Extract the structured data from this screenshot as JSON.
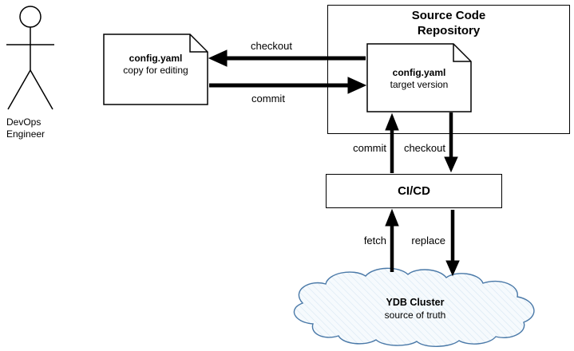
{
  "diagram": {
    "actor": {
      "label": "DevOps\nEngineer"
    },
    "editing_doc": {
      "title": "config.yaml",
      "subtitle": "copy for editing"
    },
    "repository": {
      "title": "Source Code Repository"
    },
    "target_doc": {
      "title": "config.yaml",
      "subtitle": "target version"
    },
    "labels": {
      "checkout_top": "checkout",
      "commit_top": "commit",
      "commit_mid": "commit",
      "checkout_mid": "checkout",
      "fetch": "fetch",
      "replace": "replace"
    },
    "cicd": {
      "label": "CI/CD"
    },
    "cluster": {
      "title": "YDB Cluster",
      "subtitle": "source of truth"
    },
    "colors": {
      "ink": "#000000",
      "cloud_stroke": "#4a79a8",
      "cloud_fill": "#f6fafd",
      "cloud_hatch": "#d7e6f3"
    }
  }
}
